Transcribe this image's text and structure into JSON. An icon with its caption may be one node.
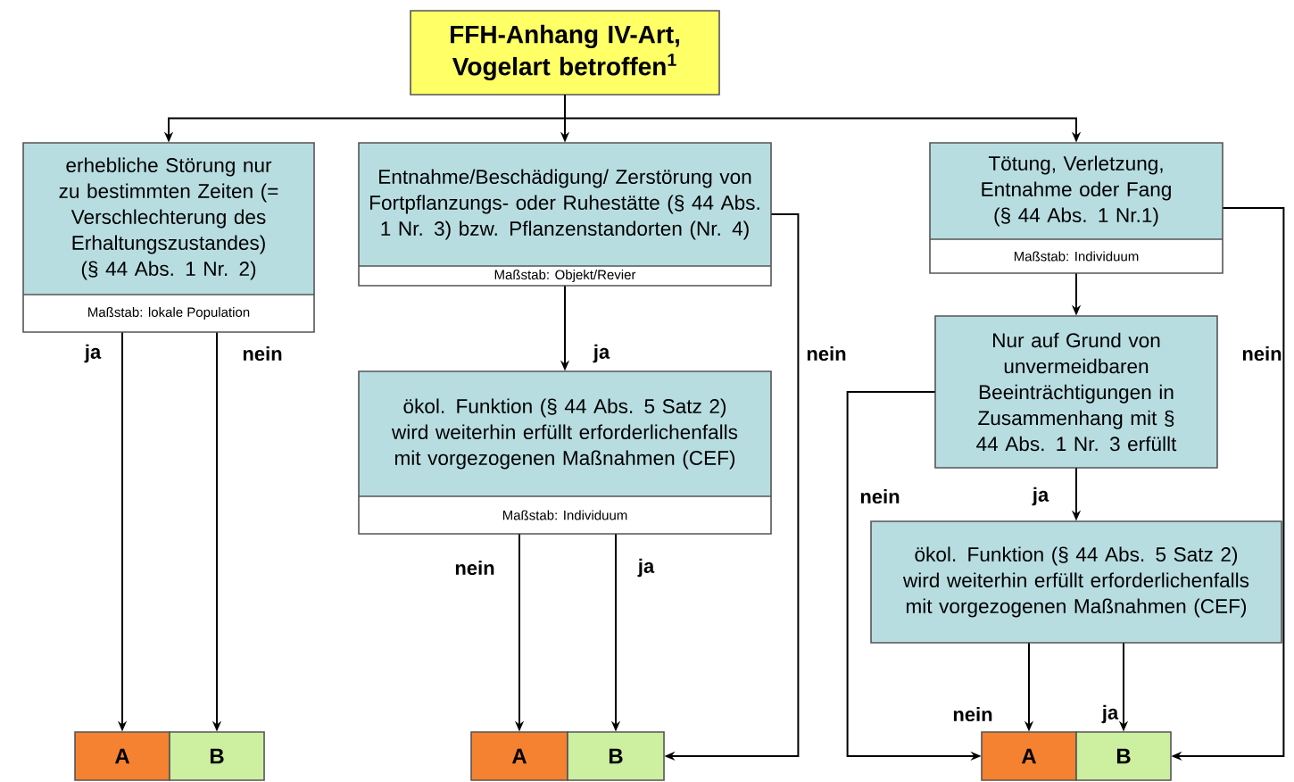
{
  "diagram": {
    "nodes": [
      {
        "text": [
          "FFH-Anhang IV-Art, Vogelart betroffen$^{1}$"
        ]
      },
      {
        "text": [
          "erhebliche Störung nur zu bestimmten Zeiten (= Verschlechterung des Erhaltungszustandes) (§ 44 Abs. 1 Nr. 2)",
          "Maßstab: lokale Population"
        ]
      },
      {
        "text": [
          "Entnahme/Beschädigung/ Zerstörung von Fortpflanzungs- oder Ruhestätte (§ 44 Abs. 1 Nr. 3) bzw. Pflanzenstandorten (Nr. 4)",
          "Maßstab: Objekt/Revier"
        ]
      },
      {
        "text": [
          "Tötung, Verletzung, Entnahme oder Fang (§ 44 Abs. 1 Nr.1)",
          "Maßstab: Individuum"
        ]
      },
      {
        "text": [
          "ökol. Funktion (§ 44 Abs. 5 Satz 2) wird weiterhin erfüllt erforderlichenfalls mit vorgezogenen Maßnahmen (CEF)",
          "Maßstab: Individuum"
        ]
      },
      {
        "text": [
          "Nur auf Grund von unvermeidbaren Beeinträchtigungen in Zusammenhang mit § 44 Abs. 1 Nr. 3 erfüllt"
        ]
      },
      {
        "text": [
          "ökol. Funktion (§ 44 Abs. 5 Satz 2) wird weiterhin erfüllt erforderlichenfalls mit vorgezogenen Maßnahmen (CEF)"
        ]
      },
      {
        "text": [
          "A"
        ]
      },
      {
        "text": [
          "B"
        ]
      },
      {
        "text": [
          "A"
        ]
      },
      {
        "text": [
          "B"
        ]
      },
      {
        "text": [
          "A"
        ]
      },
      {
        "text": [
          "B"
        ]
      }
    ],
    "edges": [
      {
        "from": 0,
        "to": 1,
        "arrow": "to"
      },
      {
        "from": 0,
        "to": 2,
        "arrow": "to"
      },
      {
        "from": 0,
        "to": 3,
        "arrow": "to"
      },
      {
        "from": 1,
        "to": 7,
        "arrow": "to",
        "label": "ja"
      },
      {
        "from": 1,
        "to": 8,
        "arrow": "to",
        "label": "nein"
      },
      {
        "from": 2,
        "to": 4,
        "arrow": "to",
        "label": "ja"
      },
      {
        "from": 2,
        "to": 10,
        "arrow": "to",
        "label": "nein"
      },
      {
        "from": 4,
        "to": 9,
        "arrow": "to",
        "label": "nein"
      },
      {
        "from": 4,
        "to": 10,
        "arrow": "to",
        "label": "ja"
      },
      {
        "from": 3,
        "to": 5,
        "arrow": "to"
      },
      {
        "from": 3,
        "to": 12,
        "arrow": "to",
        "label": "nein"
      },
      {
        "from": 5,
        "to": 11,
        "arrow": "to",
        "label": "nein"
      },
      {
        "from": 5,
        "to": 6,
        "arrow": "to",
        "label": "ja"
      },
      {
        "from": 6,
        "to": 11,
        "arrow": "to",
        "label": "nein"
      },
      {
        "from": 6,
        "to": 12,
        "arrow": "to",
        "label": "ja"
      }
    ]
  }
}
